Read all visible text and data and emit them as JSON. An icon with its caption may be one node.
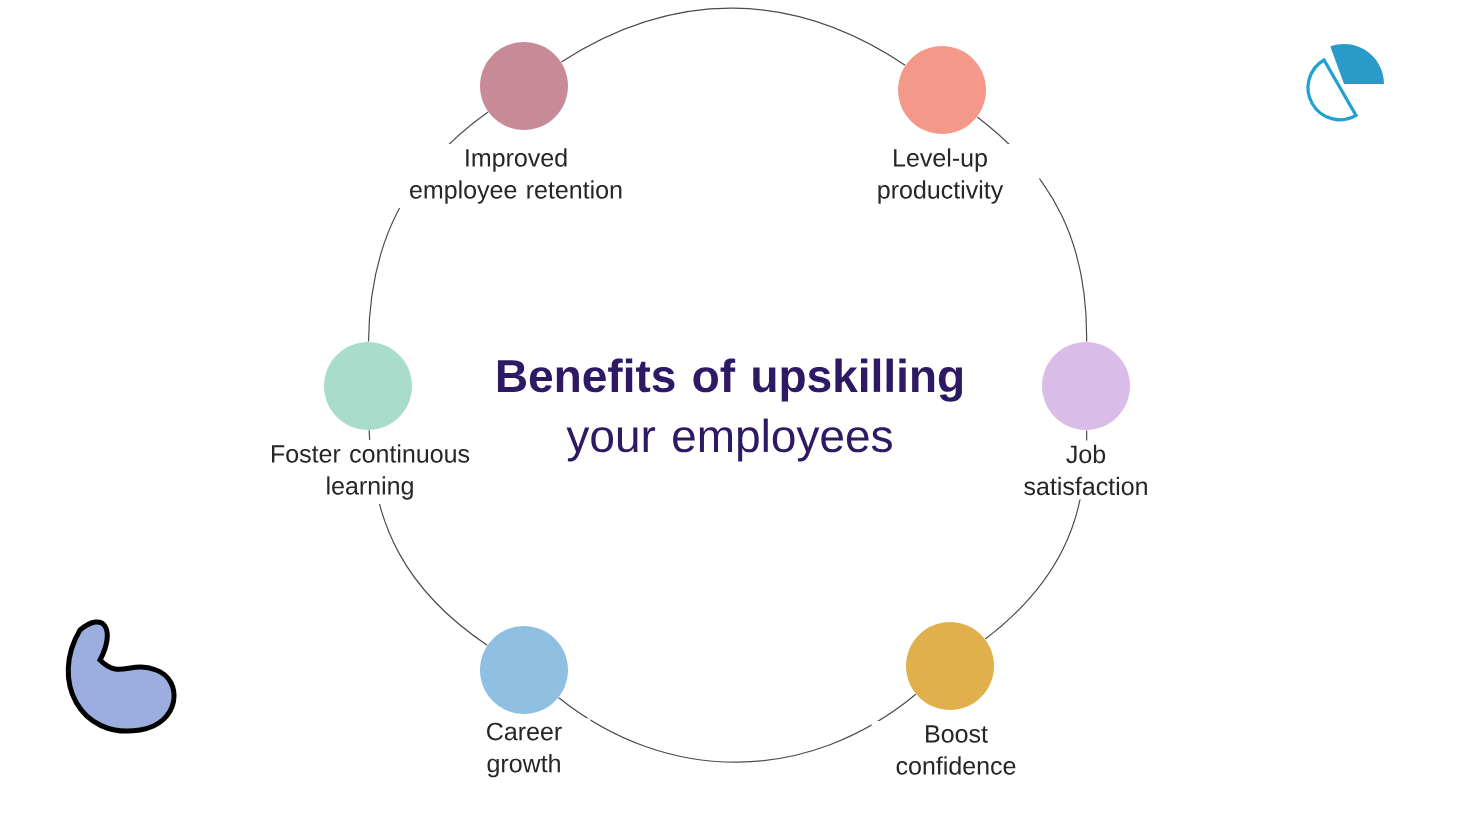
{
  "diagram": {
    "title": "**Benefits of upskilling** your employees",
    "nodes": [
      {
        "text": [
          "Improved employee retention"
        ]
      },
      {
        "text": [
          "Level-up productivity"
        ]
      },
      {
        "text": [
          "Job satisfaction"
        ]
      },
      {
        "text": [
          "Boost confidence"
        ]
      },
      {
        "text": [
          "Career growth"
        ]
      },
      {
        "text": [
          "Foster continuous learning"
        ]
      }
    ],
    "edges": [
      {
        "from": 0,
        "to": 1,
        "arrow": "none"
      },
      {
        "from": 1,
        "to": 2,
        "arrow": "none"
      },
      {
        "from": 2,
        "to": 3,
        "arrow": "none"
      },
      {
        "from": 3,
        "to": 4,
        "arrow": "none"
      },
      {
        "from": 4,
        "to": 5,
        "arrow": "none"
      },
      {
        "from": 5,
        "to": 0,
        "arrow": "none"
      }
    ]
  }
}
